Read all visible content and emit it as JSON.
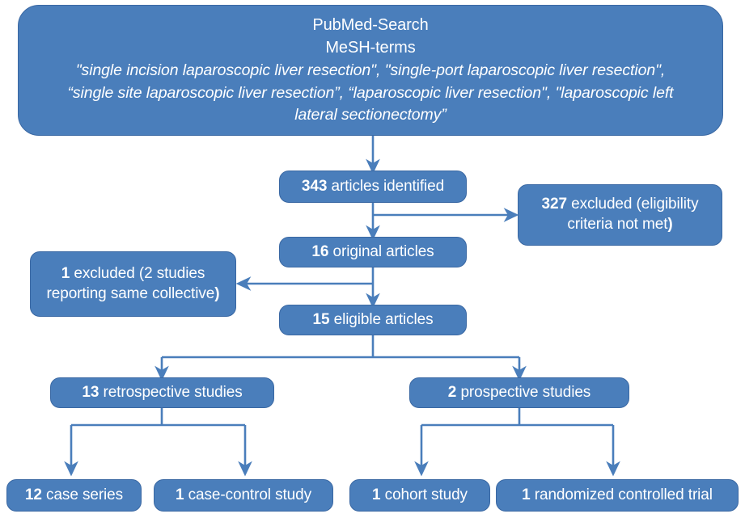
{
  "diagram": {
    "title": "PRISMA-style literature selection flowchart",
    "colors": {
      "node_fill": "#4a7ebb",
      "node_border": "#3a68a3",
      "node_text": "#ffffff",
      "connector": "#4a7ebb",
      "background": "#ffffff"
    },
    "nodes": {
      "search": {
        "line1": "PubMed-Search",
        "line2": "MeSH-terms",
        "line3": "\"single incision laparoscopic liver resection\", \"single-port laparoscopic liver resection\",",
        "line4": "“single site laparoscopic liver resection”, “laparoscopic liver resection\", \"laparoscopic left",
        "line5": "lateral sectionectomy”"
      },
      "identified": {
        "count": "343",
        "label": " articles identified"
      },
      "excluded_eligibility": {
        "count": "327",
        "label": " excluded (eligibility criteria not met",
        "tail": ")"
      },
      "original": {
        "count": "16",
        "label": " original articles"
      },
      "excluded_duplicate": {
        "count": "1",
        "label": " excluded (2 studies reporting same collective",
        "tail": ")"
      },
      "eligible": {
        "count": "15",
        "label": " eligible articles"
      },
      "retrospective": {
        "count": "13",
        "label": " retrospective studies"
      },
      "prospective": {
        "count": "2",
        "label": " prospective studies"
      },
      "case_series": {
        "count": "12",
        "label": " case series"
      },
      "case_control": {
        "count": "1",
        "label": " case-control study"
      },
      "cohort": {
        "count": "1",
        "label": " cohort study"
      },
      "rct": {
        "count": "1",
        "label": " randomized controlled trial"
      }
    }
  }
}
